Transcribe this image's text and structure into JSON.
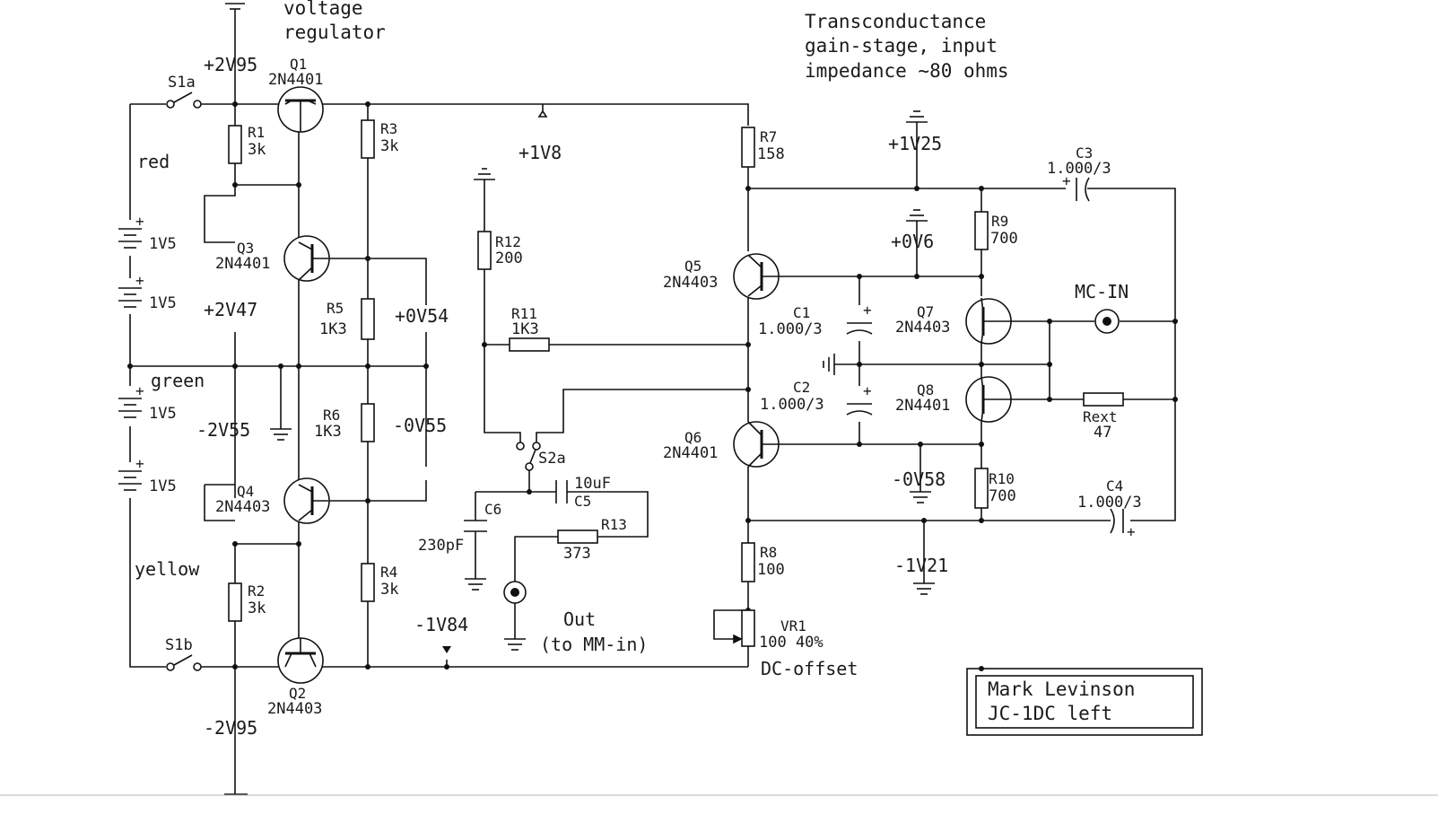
{
  "diagram": {
    "title_block": {
      "line1": "Mark Levinson",
      "line2": "JC-1DC left"
    },
    "notes": {
      "regulator_1": "voltage",
      "regulator_2": "regulator",
      "transconductance_1": "Transconductance",
      "transconductance_2": "gain-stage, input",
      "transconductance_3": "impedance ~80 ohms",
      "mc_in": "MC-IN",
      "out_1": "Out",
      "out_2": "(to MM-in)",
      "dc_offset": "DC-offset"
    },
    "wires": {
      "red": "red",
      "green": "green",
      "yellow": "yellow"
    },
    "voltages": {
      "v_p295": "+2V95",
      "v_p18": "+1V8",
      "v_p247": "+2V47",
      "v_p054": "+0V54",
      "v_m255": "-2V55",
      "v_m055": "-0V55",
      "v_m184": "-1V84",
      "v_m295": "-2V95",
      "v_p125": "+1V25",
      "v_p06": "+0V6",
      "v_m058": "-0V58",
      "v_m121": "-1V21"
    },
    "switches": {
      "s1a": "S1a",
      "s1b": "S1b",
      "s2a": "S2a"
    },
    "batteries": {
      "b1": "1V5",
      "b2": "1V5",
      "b3": "1V5",
      "b4": "1V5",
      "plus": "+"
    },
    "transistors": {
      "q1": {
        "ref": "Q1",
        "type": "2N4401"
      },
      "q2": {
        "ref": "Q2",
        "type": "2N4403"
      },
      "q3": {
        "ref": "Q3",
        "type": "2N4401"
      },
      "q4": {
        "ref": "Q4",
        "type": "2N4403"
      },
      "q5": {
        "ref": "Q5",
        "type": "2N4403"
      },
      "q6": {
        "ref": "Q6",
        "type": "2N4401"
      },
      "q7": {
        "ref": "Q7",
        "type": "2N4403"
      },
      "q8": {
        "ref": "Q8",
        "type": "2N4401"
      }
    },
    "resistors": {
      "r1": {
        "ref": "R1",
        "value": "3k"
      },
      "r2": {
        "ref": "R2",
        "value": "3k"
      },
      "r3": {
        "ref": "R3",
        "value": "3k"
      },
      "r4": {
        "ref": "R4",
        "value": "3k"
      },
      "r5": {
        "ref": "R5",
        "value": "1K3"
      },
      "r6": {
        "ref": "R6",
        "value": "1K3"
      },
      "r7": {
        "ref": "R7",
        "value": "158"
      },
      "r8": {
        "ref": "R8",
        "value": "100"
      },
      "r9": {
        "ref": "R9",
        "value": "700"
      },
      "r10": {
        "ref": "R10",
        "value": "700"
      },
      "r11": {
        "ref": "R11",
        "value": "1K3"
      },
      "r12": {
        "ref": "R12",
        "value": "200"
      },
      "r13": {
        "ref": "R13",
        "value": "373"
      },
      "rext": {
        "ref": "Rext",
        "value": "47"
      },
      "vr1": {
        "ref": "VR1",
        "value": "100 40%"
      }
    },
    "capacitors": {
      "c1": {
        "ref": "C1",
        "value": "1.000/3"
      },
      "c2": {
        "ref": "C2",
        "value": "1.000/3"
      },
      "c3": {
        "ref": "C3",
        "value": "1.000/3"
      },
      "c4": {
        "ref": "C4",
        "value": "1.000/3"
      },
      "c5": {
        "ref": "C5",
        "value": "10uF"
      },
      "c6": {
        "ref": "C6",
        "value": "230pF"
      }
    }
  }
}
